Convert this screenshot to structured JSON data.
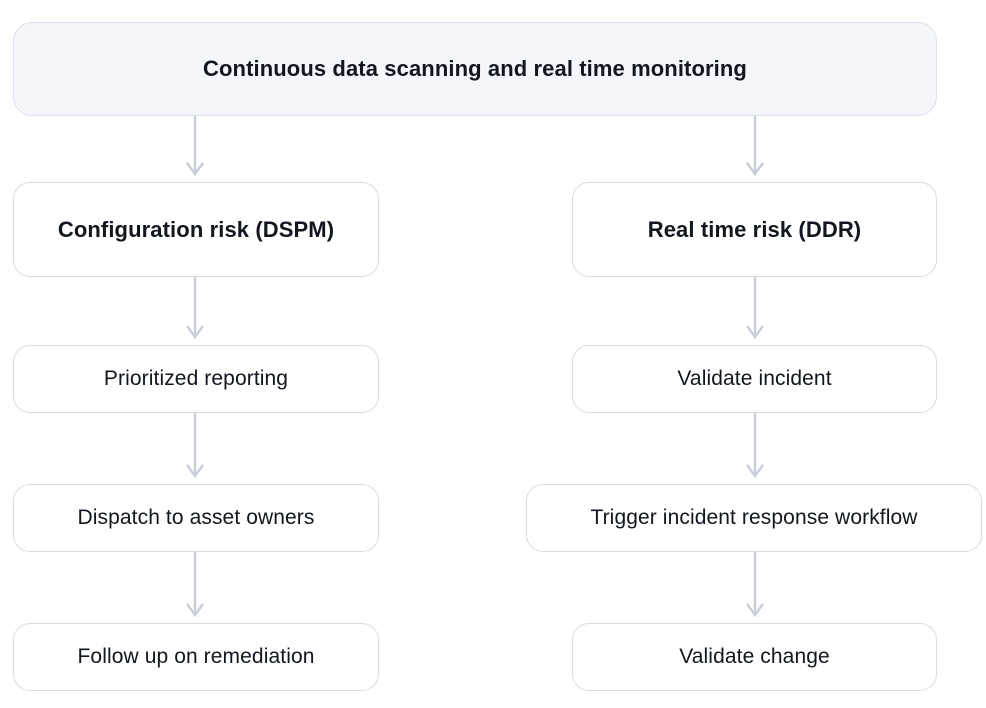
{
  "diagram": {
    "title_node": {
      "label": "Continuous data scanning and real time monitoring",
      "fill": "#f4f6fb",
      "border": "#dde1ea"
    },
    "branches": [
      {
        "id": "configuration-risk",
        "heading": "Configuration risk (DSPM)",
        "steps": [
          "Prioritized reporting",
          "Dispatch to asset owners",
          "Follow up on remediation"
        ]
      },
      {
        "id": "real-time-risk",
        "heading": "Real time risk (DDR)",
        "steps": [
          "Validate incident",
          "Trigger incident response workflow",
          "Validate change"
        ]
      }
    ],
    "style": {
      "node_fill": "#ffffff",
      "node_border": "#d7dbe4",
      "connector_color": "#c8cdd9",
      "text_color": "#11161f"
    }
  }
}
